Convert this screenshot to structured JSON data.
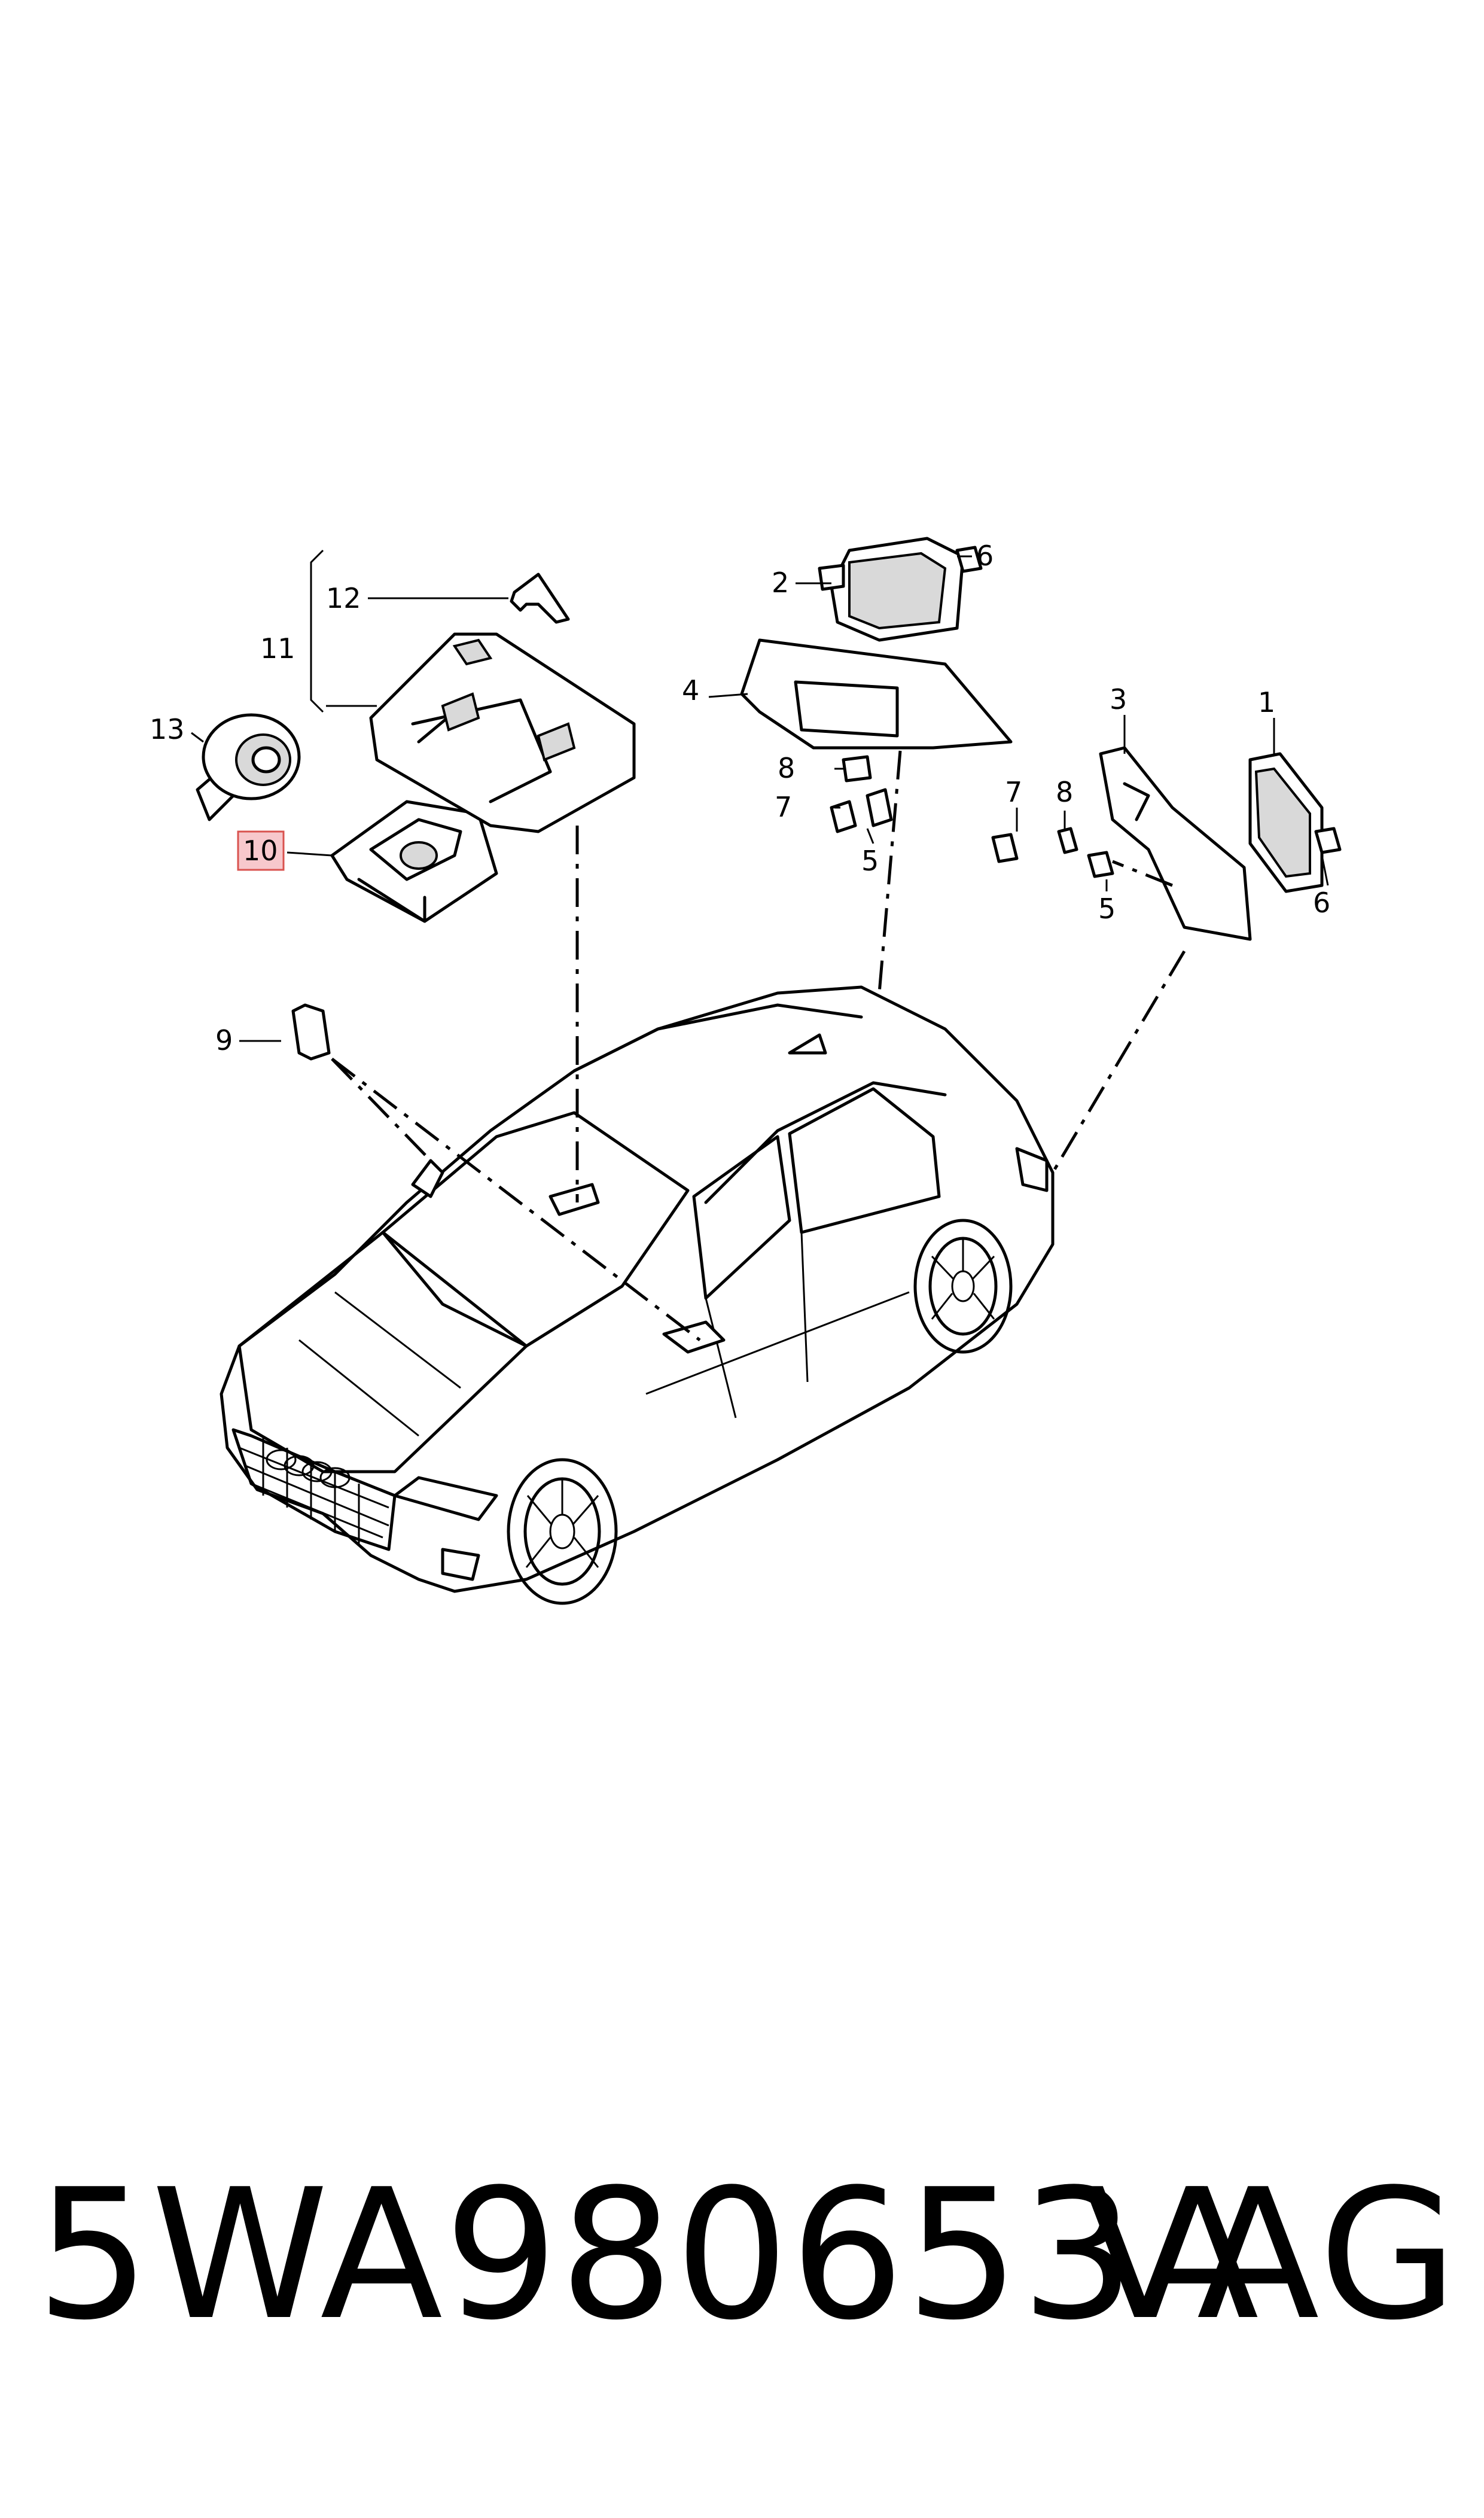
{
  "callouts": [
    {
      "id": "c1",
      "label": "1"
    },
    {
      "id": "c2",
      "label": "2"
    },
    {
      "id": "c3",
      "label": "3"
    },
    {
      "id": "c4",
      "label": "4"
    },
    {
      "id": "c5a",
      "label": "5"
    },
    {
      "id": "c5b",
      "label": "5"
    },
    {
      "id": "c6a",
      "label": "6"
    },
    {
      "id": "c6b",
      "label": "6"
    },
    {
      "id": "c7a",
      "label": "7"
    },
    {
      "id": "c7b",
      "label": "7"
    },
    {
      "id": "c8a",
      "label": "8"
    },
    {
      "id": "c8b",
      "label": "8"
    },
    {
      "id": "c9",
      "label": "9"
    },
    {
      "id": "c10",
      "label": "10",
      "highlighted": true
    },
    {
      "id": "c11",
      "label": "11"
    },
    {
      "id": "c12",
      "label": "12"
    },
    {
      "id": "c13",
      "label": "13"
    }
  ],
  "highlight_color": "#f7c8cc",
  "footer": {
    "part_number": "5WA980653A",
    "brand": "VAG"
  }
}
